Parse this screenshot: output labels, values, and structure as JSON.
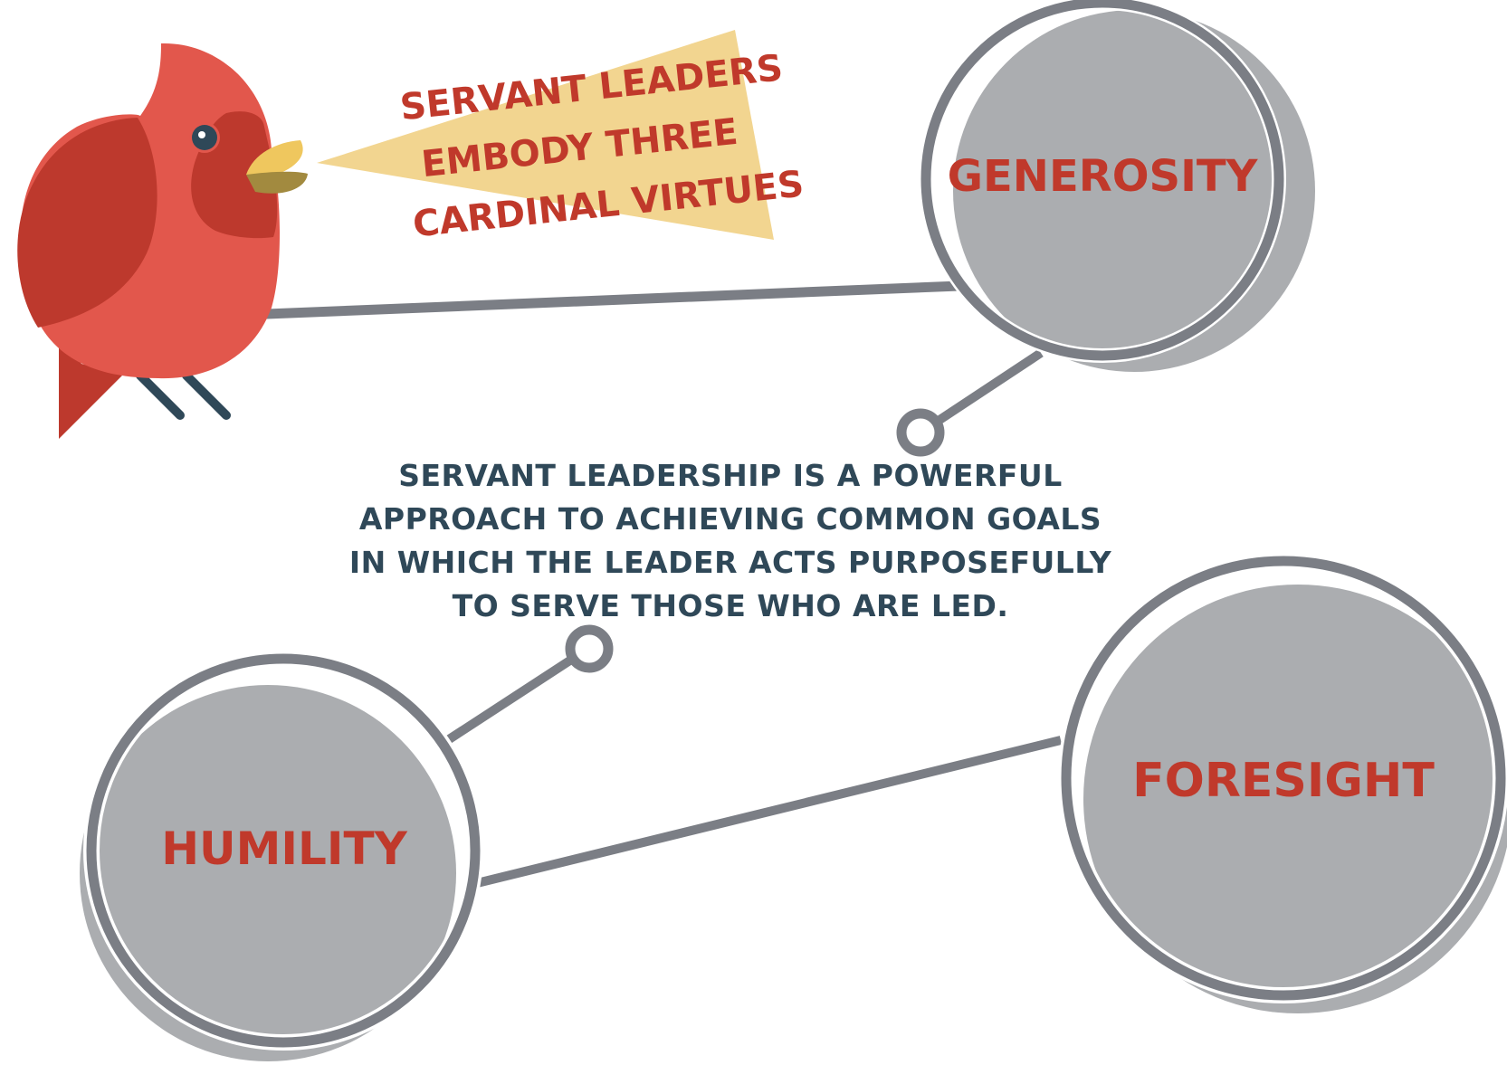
{
  "speech_bubble": {
    "lines": [
      "SERVANT LEADERS",
      "EMBODY THREE",
      "CARDINAL VIRTUES"
    ]
  },
  "description": {
    "lines": [
      "SERVANT LEADERSHIP IS A POWERFUL",
      "APPROACH TO ACHIEVING COMMON GOALS",
      "IN WHICH THE LEADER ACTS PURPOSEFULLY",
      "TO SERVE THOSE WHO ARE LED."
    ]
  },
  "virtues": {
    "generosity": "GENEROSITY",
    "humility": "HUMILITY",
    "foresight": "FORESIGHT"
  },
  "colors": {
    "accent_red": "#c0392b",
    "text_dark": "#2f4858",
    "circle_fill": "#abadb0",
    "circle_outline": "#7b7e85",
    "bubble": "#f2d590",
    "cardinal_light": "#e2574c",
    "cardinal_dark": "#bd392d",
    "beak": "#efc75e"
  },
  "icons": [
    "cardinal-bird-icon"
  ]
}
